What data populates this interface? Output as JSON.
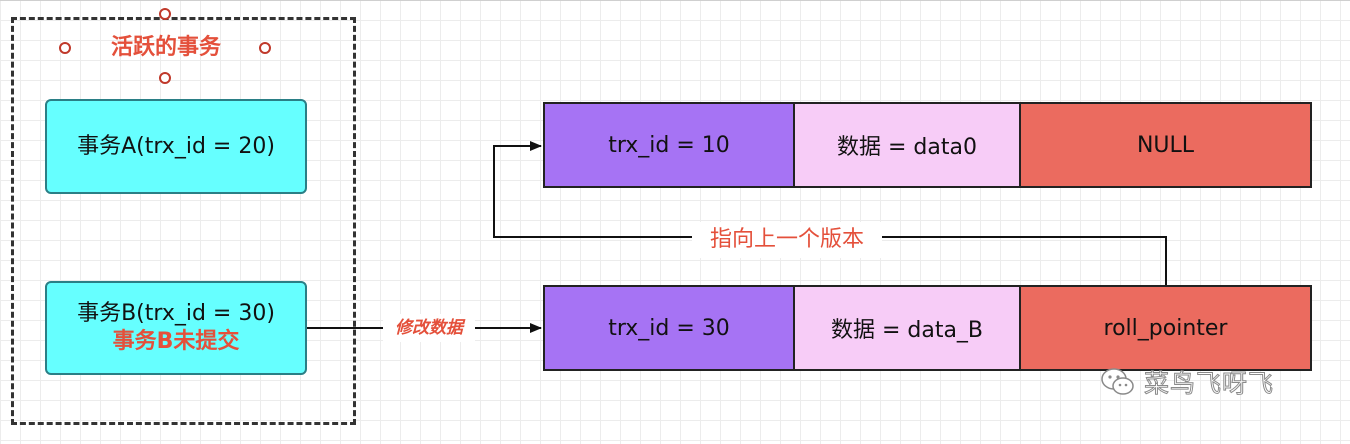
{
  "group": {
    "title": "活跃的事务"
  },
  "transactions": [
    {
      "line1": "事务A(trx_id = 20)",
      "line2": ""
    },
    {
      "line1": "事务B(trx_id = 30)",
      "line2": "事务B未提交"
    }
  ],
  "rows": [
    {
      "trx": "trx_id = 10",
      "data": "数据 = data0",
      "pointer": "NULL"
    },
    {
      "trx": "trx_id = 30",
      "data": "数据 = data_B",
      "pointer": "roll_pointer"
    }
  ],
  "arrows": {
    "modify": "修改数据",
    "previous_version": "指向上一个版本"
  },
  "watermark": {
    "text": "菜鸟飞呀飞",
    "icon": "wechat-icon"
  },
  "colors": {
    "transaction_fill": "#66ffff",
    "trx_cell": "#a673f4",
    "data_cell": "#f7ccf7",
    "pointer_cell": "#eb6b5f",
    "accent_text": "#e4503b"
  }
}
